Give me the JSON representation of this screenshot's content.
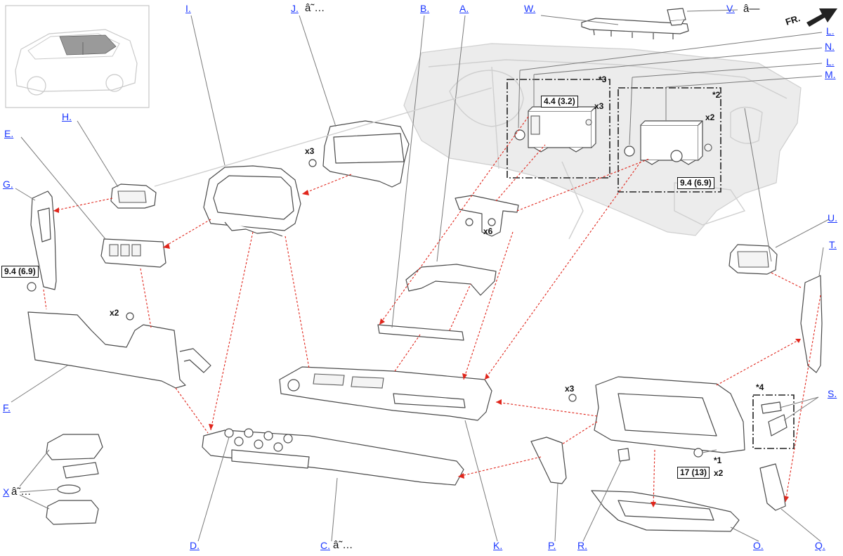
{
  "callouts": {
    "I": "I.",
    "J": "J.",
    "B": "B.",
    "A": "A.",
    "W": "W.",
    "V": "V.",
    "L1": "L.",
    "N": "N.",
    "L2": "L.",
    "M": "M.",
    "H": "H.",
    "E": "E.",
    "G": "G.",
    "U": "U.",
    "T": "T.",
    "S": "S.",
    "F": "F.",
    "X": "X",
    "D": "D.",
    "C": "C.",
    "K": "K.",
    "P": "P.",
    "R": "R.",
    "O": "O.",
    "Q": "Q."
  },
  "suffixes": {
    "J": "â˜…",
    "V": "â—",
    "X": "â˜…",
    "C": "â˜…"
  },
  "direction": "FR.",
  "notes": {
    "n3": "*3",
    "n2": "*2",
    "n4": "*4",
    "n1": "*1"
  },
  "quantities": {
    "q_j": "x3",
    "q_cluster_top": "x3",
    "q_audio": "x2",
    "q_bracket": "x6",
    "q_lower": "x2",
    "q_glove": "x3",
    "q_glove_bolt": "x2"
  },
  "torques": {
    "t_audio_top": "4.4 (3.2)",
    "t_audio": "9.4 (6.9)",
    "t_left": "9.4 (6.9)",
    "t_glove": "17 (13)"
  }
}
